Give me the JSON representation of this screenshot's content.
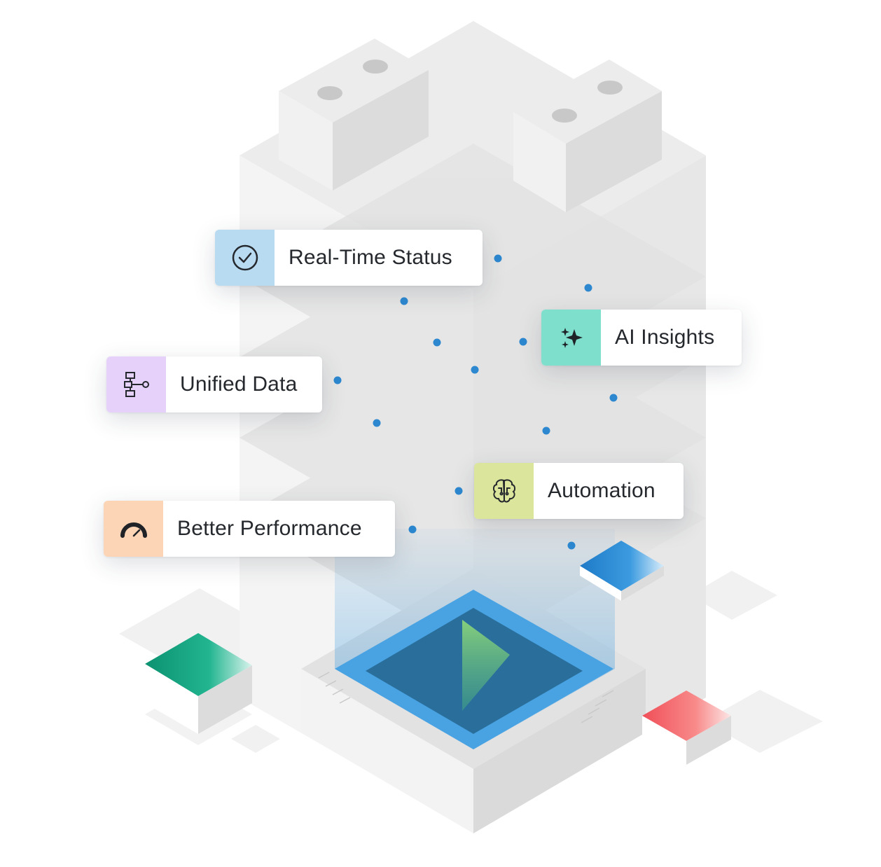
{
  "features": [
    {
      "id": "real-time-status",
      "label": "Real-Time Status",
      "icon": "check-circle-icon",
      "tile_color": "#b8dbf1"
    },
    {
      "id": "ai-insights",
      "label": "AI Insights",
      "icon": "sparkles-icon",
      "tile_color": "#7ee0cc"
    },
    {
      "id": "unified-data",
      "label": "Unified Data",
      "icon": "workflow-icon",
      "tile_color": "#e6d1fb"
    },
    {
      "id": "automation",
      "label": "Automation",
      "icon": "brain-chip-icon",
      "tile_color": "#dbe59c"
    },
    {
      "id": "better-performance",
      "label": "Better Performance",
      "icon": "gauge-icon",
      "tile_color": "#fbd5b6"
    }
  ],
  "colors": {
    "beam": "#2d88d0",
    "chip_frame": "#49a3e3",
    "chip_center": "#2a6f9c",
    "play": "#78c57a",
    "green_cube": "#0f9a78",
    "red_cube": "#f06a6a",
    "blue_cube": "#2b8bd6",
    "building": "#ededed",
    "text": "#25282d"
  }
}
